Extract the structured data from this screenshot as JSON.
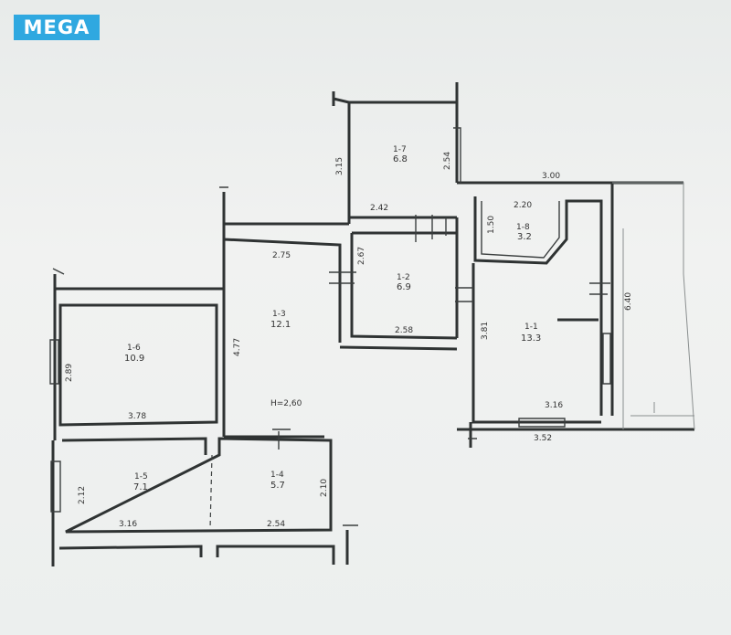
{
  "logo": {
    "text": "MEGA",
    "color": "#2fa8e0"
  },
  "rooms": [
    {
      "id": "r7",
      "number": "1-7",
      "area": "6.8"
    },
    {
      "id": "r8",
      "number": "1-8",
      "area": "3.2"
    },
    {
      "id": "r2",
      "number": "1-2",
      "area": "6.9"
    },
    {
      "id": "r3",
      "number": "1-3",
      "area": "12.1"
    },
    {
      "id": "r6",
      "number": "1-6",
      "area": "10.9"
    },
    {
      "id": "r1",
      "number": "1-1",
      "area": "13.3"
    },
    {
      "id": "r5",
      "number": "1-5",
      "area": "7.1"
    },
    {
      "id": "r4",
      "number": "1-4",
      "area": "5.7"
    }
  ],
  "dimensions": {
    "d315": "3.15",
    "d254a": "2.54",
    "d242": "2.42",
    "d300": "3.00",
    "d220": "2.20",
    "d150": "1.50",
    "d267": "2.67",
    "d275": "2.75",
    "d640": "6.40",
    "d477": "4.77",
    "d381": "3.81",
    "d258": "2.58",
    "d289": "2.89",
    "d378": "3.78",
    "d316a": "3.16",
    "d352": "3.52",
    "d212": "2.12",
    "d210": "2.10",
    "d316b": "3.16",
    "d254b": "2.54"
  },
  "ceiling_height": "H=2,60"
}
